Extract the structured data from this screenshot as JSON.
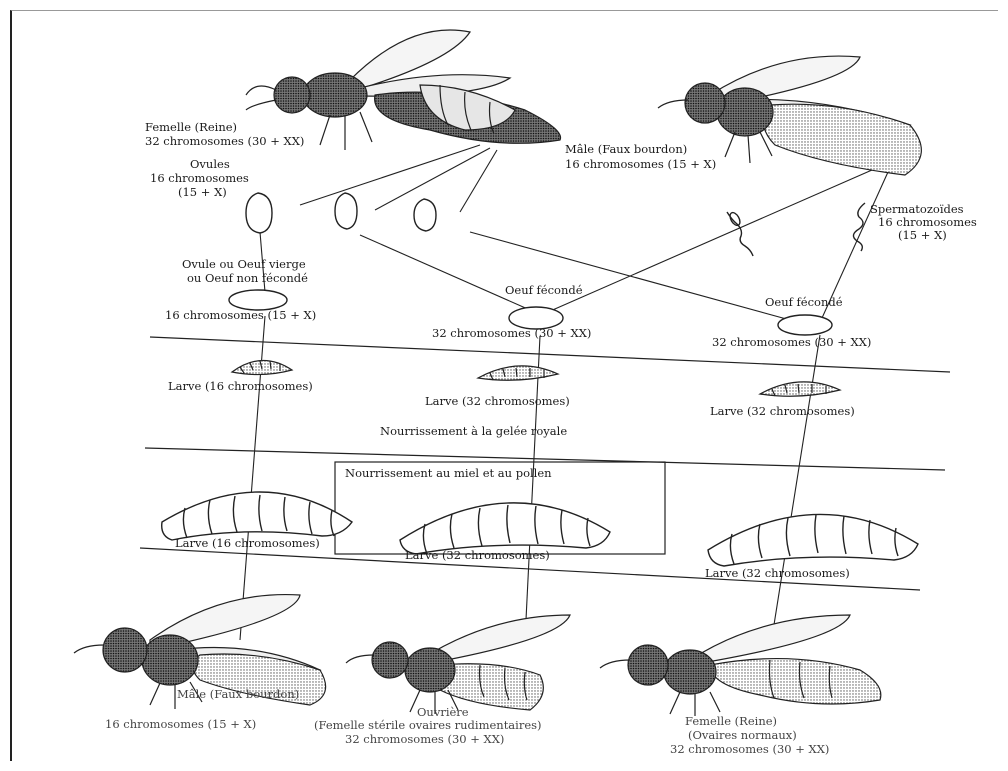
{
  "labels": {
    "queen_top_name": "Femelle (Reine)",
    "queen_top_chrom": "32 chromosomes (30 + XX)",
    "ovules_title": "Ovules",
    "ovules_chrom": "16 chromosomes",
    "ovules_formula": "(15 + X)",
    "male_top_name": "Mâle (Faux bourdon)",
    "male_top_chrom": "16 chromosomes (15 + X)",
    "sperm_title": "Spermatozoïdes",
    "sperm_chrom": "16 chromosomes",
    "sperm_formula": "(15 + X)",
    "virgin_egg_line1": "Ovule ou Oeuf vierge",
    "virgin_egg_line2": "ou Oeuf non fécondé",
    "virgin_egg_chrom": "16 chromosomes (15 + X)",
    "fertilized_egg_mid": "Oeuf fécondé",
    "fertilized_egg_mid_chrom": "32 chromosomes (30 + XX)",
    "fertilized_egg_right": "Oeuf fécondé",
    "fertilized_egg_right_chrom": "32 chromosomes (30 + XX)",
    "larva_left_1": "Larve (16 chromosomes)",
    "larva_mid_1": "Larve (32 chromosomes)",
    "larva_right_1": "Larve (32 chromosomes)",
    "royal_jelly": "Nourrissement à la gelée royale",
    "honey_pollen": "Nourrissement au miel et au pollen",
    "larva_left_2": "Larve (16 chromosomes)",
    "larva_mid_2": "Larve (32 chromosomes)",
    "larva_right_2": "Larve (32 chromosomes)",
    "male_bottom_name": "Mâle (Faux bourdon)",
    "male_bottom_chrom": "16 chromosomes (15 + X)",
    "worker_name": "Ouvrière",
    "worker_desc": "(Femelle stérile ovaires rudimentaires)",
    "worker_chrom": "32 chromosomes (30 + XX)",
    "queen_bottom_name": "Femelle (Reine)",
    "queen_bottom_desc": "(Ovaires normaux)",
    "queen_bottom_chrom": "32 chromosomes (30 + XX)"
  },
  "colors": {
    "ink": "#1a1a1a",
    "wing": "#f4f4f4",
    "body_dark": "#3a3a3a",
    "body_light": "#bdbdbd",
    "background": "#ffffff"
  }
}
